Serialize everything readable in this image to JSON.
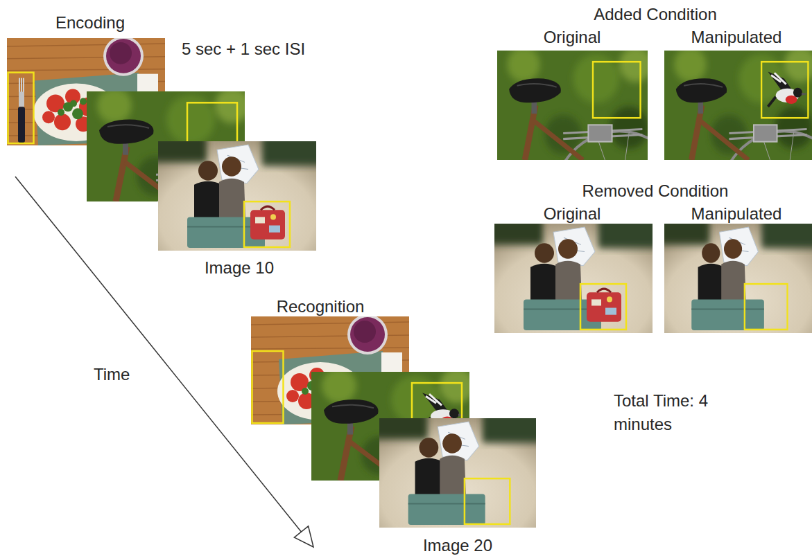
{
  "diagram": {
    "labels": [
      "Encoding",
      "5 sec + 1 sec ISI",
      "Image 10",
      "Time",
      "Recognition",
      "Image 20",
      "Added Condition",
      "Original",
      "Manipulated",
      "Removed Condition",
      "Original",
      "Manipulated",
      "Total Time: 4 minutes"
    ]
  }
}
